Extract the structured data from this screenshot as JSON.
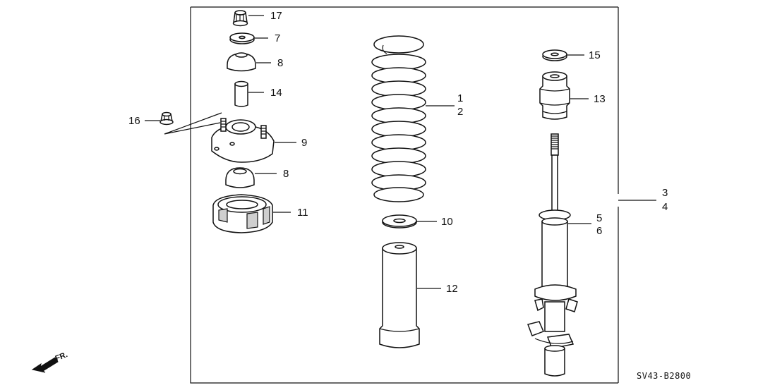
{
  "diagram": {
    "labels": {
      "p17": "17",
      "p7": "7",
      "p8a": "8",
      "p14": "14",
      "p16": "16",
      "p9": "9",
      "p8b": "8",
      "p11": "11",
      "p1": "1",
      "p2": "2",
      "p10": "10",
      "p12": "12",
      "p15": "15",
      "p13": "13",
      "p3": "3",
      "p4": "4",
      "p5": "5",
      "p6": "6"
    },
    "direction_label": "FR.",
    "drawing_code": "SV43-B2800"
  }
}
